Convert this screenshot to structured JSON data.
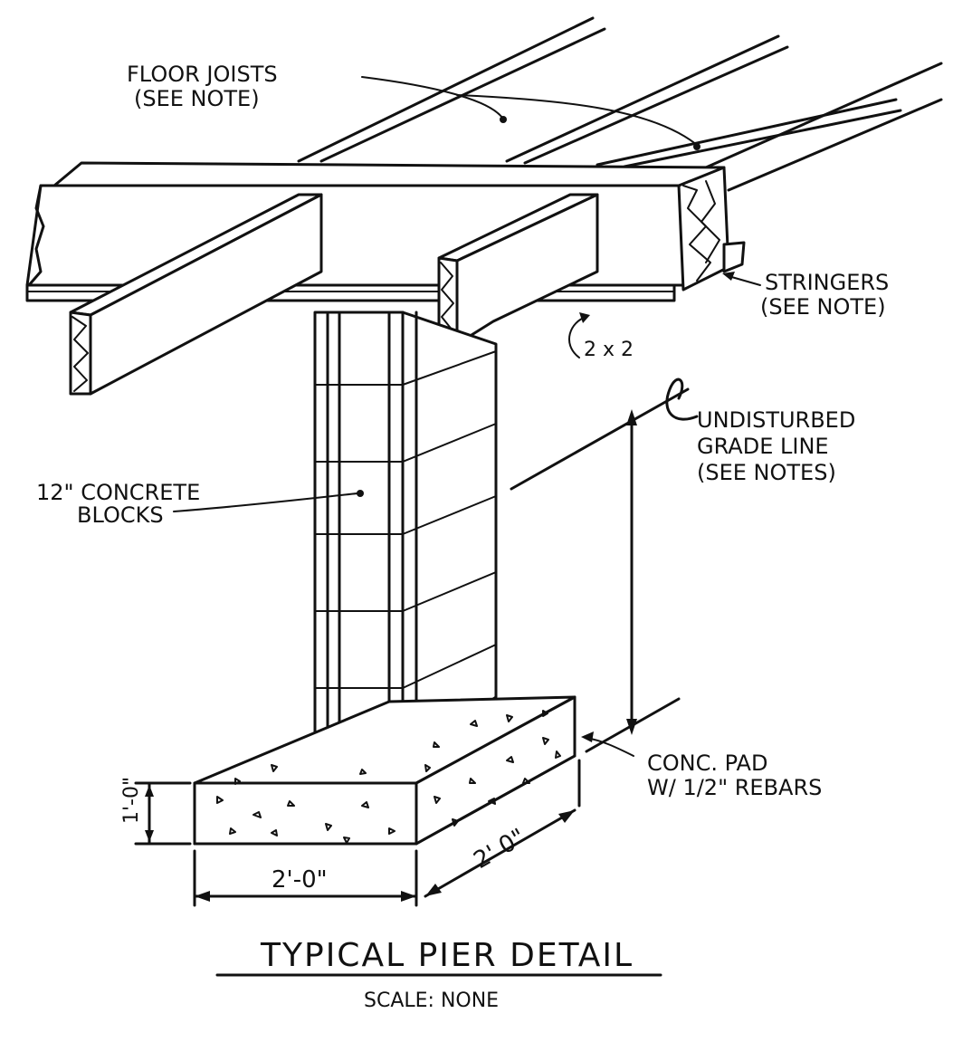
{
  "title": "TYPICAL PIER DETAIL",
  "scale": "SCALE: NONE",
  "labels": {
    "floor_joists_1": "FLOOR JOISTS",
    "floor_joists_2": "(SEE NOTE)",
    "stringers_1": "STRINGERS",
    "stringers_2": "(SEE NOTE)",
    "two_by_two": "2 x 2",
    "grade_1": "UNDISTURBED",
    "grade_2": "GRADE LINE",
    "grade_3": "(SEE NOTES)",
    "blocks_1": "12\" CONCRETE",
    "blocks_2": "BLOCKS",
    "pad_1": "CONC. PAD",
    "pad_2": "W/ 1/2\" REBARS"
  },
  "dimensions": {
    "pad_width": "2'-0\"",
    "pad_depth": "2' 0\"",
    "pad_thickness": "1'-0\""
  }
}
